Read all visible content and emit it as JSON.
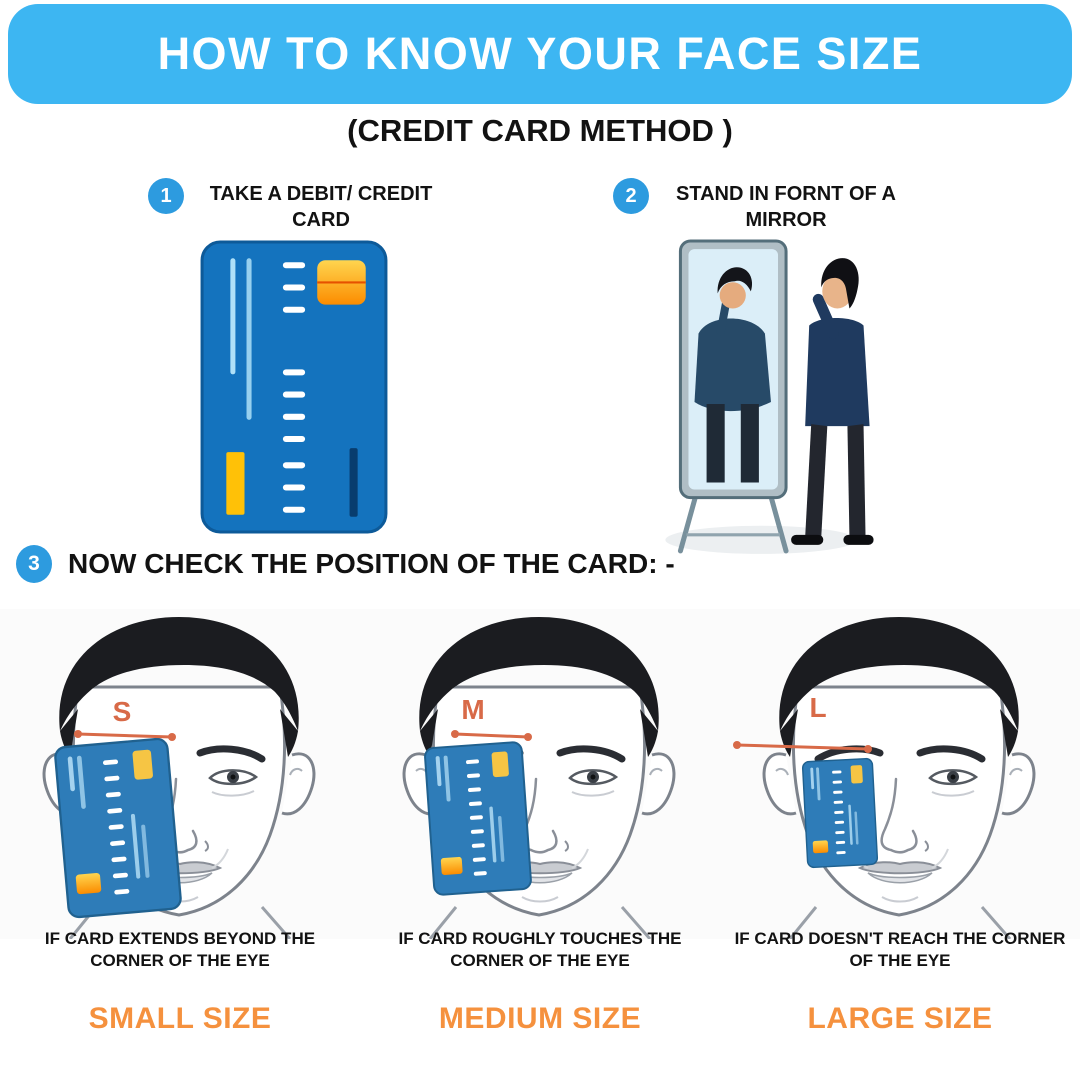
{
  "banner": {
    "title": "HOW TO KNOW YOUR FACE SIZE"
  },
  "subtitle": "(CREDIT CARD METHOD )",
  "steps": [
    {
      "number": "1",
      "label": "TAKE A DEBIT/ CREDIT CARD"
    },
    {
      "number": "2",
      "label": "STAND IN FORNT OF A MIRROR"
    },
    {
      "number": "3",
      "label": "NOW CHECK THE POSITION OF THE CARD: -"
    }
  ],
  "results": [
    {
      "letter": "S",
      "caption": "IF CARD EXTENDS BEYOND THE CORNER OF THE EYE",
      "size_label": "SMALL SIZE"
    },
    {
      "letter": "M",
      "caption": "IF CARD ROUGHLY TOUCHES THE CORNER OF THE EYE",
      "size_label": "MEDIUM SIZE"
    },
    {
      "letter": "L",
      "caption": "IF CARD DOESN'T REACH THE CORNER OF THE EYE",
      "size_label": "LARGE SIZE"
    }
  ],
  "colors": {
    "banner_blue": "#3db6f2",
    "badge_blue": "#2d9bdf",
    "card_blue": "#1473be",
    "panel_card_blue": "#2e7cb8",
    "chip_yellow": "#ffc107",
    "measure_orange": "#d86a48",
    "size_label_orange": "#f5913e"
  }
}
